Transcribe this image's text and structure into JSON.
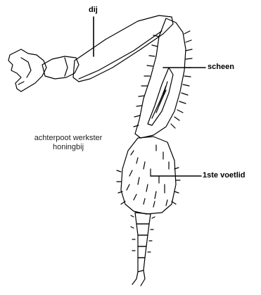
{
  "diagram": {
    "labels": {
      "femur": "dij",
      "tibia": "scheen",
      "basitarsus": "1ste voetlid"
    },
    "caption": {
      "line1": "achterpoot werkster",
      "line2": "honingbij"
    },
    "colors": {
      "ink": "#000000",
      "background": "#ffffff"
    }
  }
}
